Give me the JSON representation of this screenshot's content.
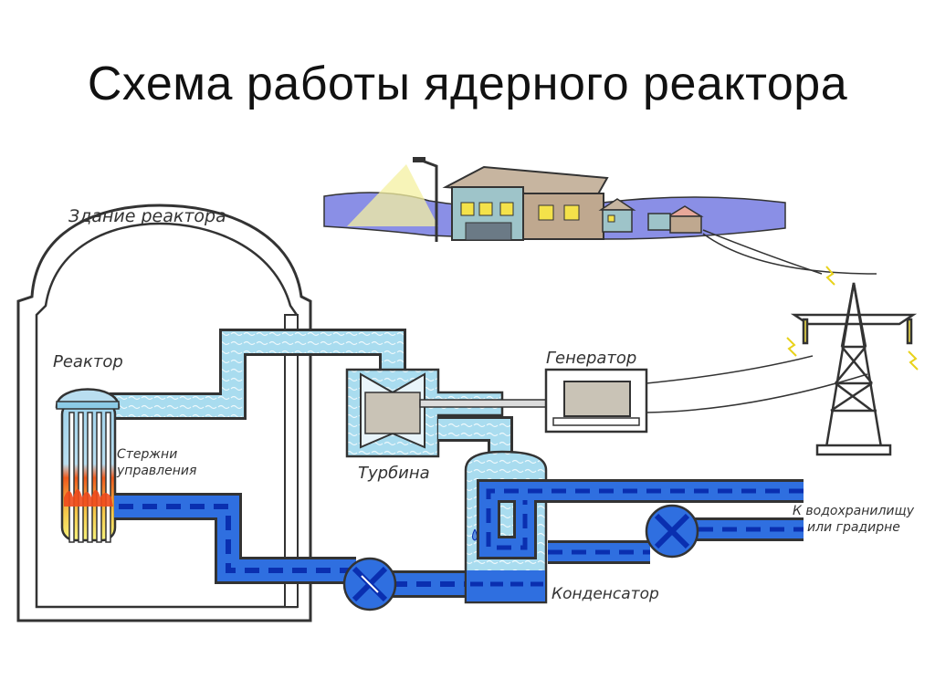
{
  "title": "Схема работы ядерного реактора",
  "labels": {
    "building": "Здание реактора",
    "reactor": "Реактор",
    "rods_line1": "Стержни",
    "rods_line2": "управления",
    "turbine": "Турбина",
    "generator": "Генератор",
    "condenser": "Конденсатор",
    "reservoir_line1": "К водохранилищу",
    "reservoir_line2": "или градирне"
  },
  "colors": {
    "water_light": "#a9dcef",
    "water_dark": "#2f6fe0",
    "flow_dash": "#0a2fb0",
    "sky_band": "#8a8fe6",
    "flame": "#f04a1c",
    "rod_yellow": "#f6f27a"
  },
  "icons": [
    "house-icon",
    "street-lamp-icon",
    "power-tower-icon",
    "pump-icon",
    "spark-icon"
  ]
}
